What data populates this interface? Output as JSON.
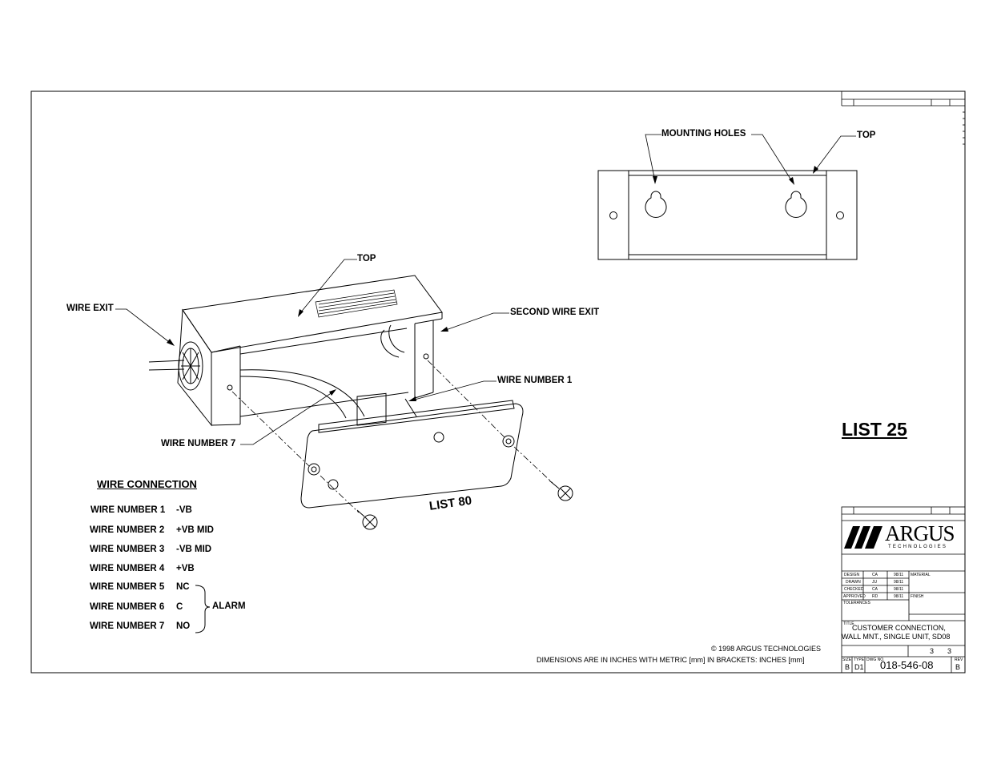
{
  "callouts": {
    "mounting_holes": "MOUNTING HOLES",
    "top_right": "TOP",
    "top_left": "TOP",
    "wire_exit": "WIRE EXIT",
    "second_wire_exit": "SECOND WIRE EXIT",
    "wire_number_1": "WIRE NUMBER 1",
    "wire_number_7": "WIRE NUMBER 7",
    "list_80": "LIST 80"
  },
  "list_title": "LIST 25",
  "wire_connection": {
    "heading": "WIRE CONNECTION",
    "rows": [
      {
        "label": "WIRE NUMBER 1",
        "value": "-VB"
      },
      {
        "label": "WIRE NUMBER 2",
        "value": "+VB MID"
      },
      {
        "label": "WIRE NUMBER 3",
        "value": "-VB MID"
      },
      {
        "label": "WIRE NUMBER 4",
        "value": "+VB"
      },
      {
        "label": "WIRE NUMBER 5",
        "value": "NC"
      },
      {
        "label": "WIRE NUMBER 6",
        "value": "C"
      },
      {
        "label": "WIRE NUMBER 7",
        "value": "NO"
      }
    ],
    "alarm_label": "ALARM"
  },
  "footer": {
    "copyright": "© 1998  ARGUS TECHNOLOGIES",
    "dimensions_note": "DIMENSIONS ARE IN INCHES WITH METRIC [mm] IN BRACKETS: INCHES [mm]"
  },
  "title_block": {
    "logo_text": "ARGUS",
    "logo_sub": "TECHNOLOGIES",
    "rows": [
      {
        "role": "DESIGN",
        "initials": "CA",
        "date": "98/11"
      },
      {
        "role": "DRAWN",
        "initials": "JU",
        "date": "98/11"
      },
      {
        "role": "CHECKED",
        "initials": "CA",
        "date": "98/11"
      },
      {
        "role": "APPROVED",
        "initials": "RD",
        "date": "98/11"
      }
    ],
    "material_label": "MATERIAL",
    "finish_label": "FINISH",
    "tolerances_label": "TOLERANCES",
    "title_label": "TITLE",
    "title_line1": "CUSTOMER CONNECTION,",
    "title_line2": "WALL MNT., SINGLE UNIT, SD08",
    "sheet_left": "3",
    "sheet_right": "3",
    "size_label": "SIZE",
    "type_label": "TYPE",
    "dwg_label": "DWG NO.",
    "rev_label": "REV",
    "size": "B",
    "type": "D1",
    "dwg_no": "018-546-08",
    "rev": "B"
  }
}
